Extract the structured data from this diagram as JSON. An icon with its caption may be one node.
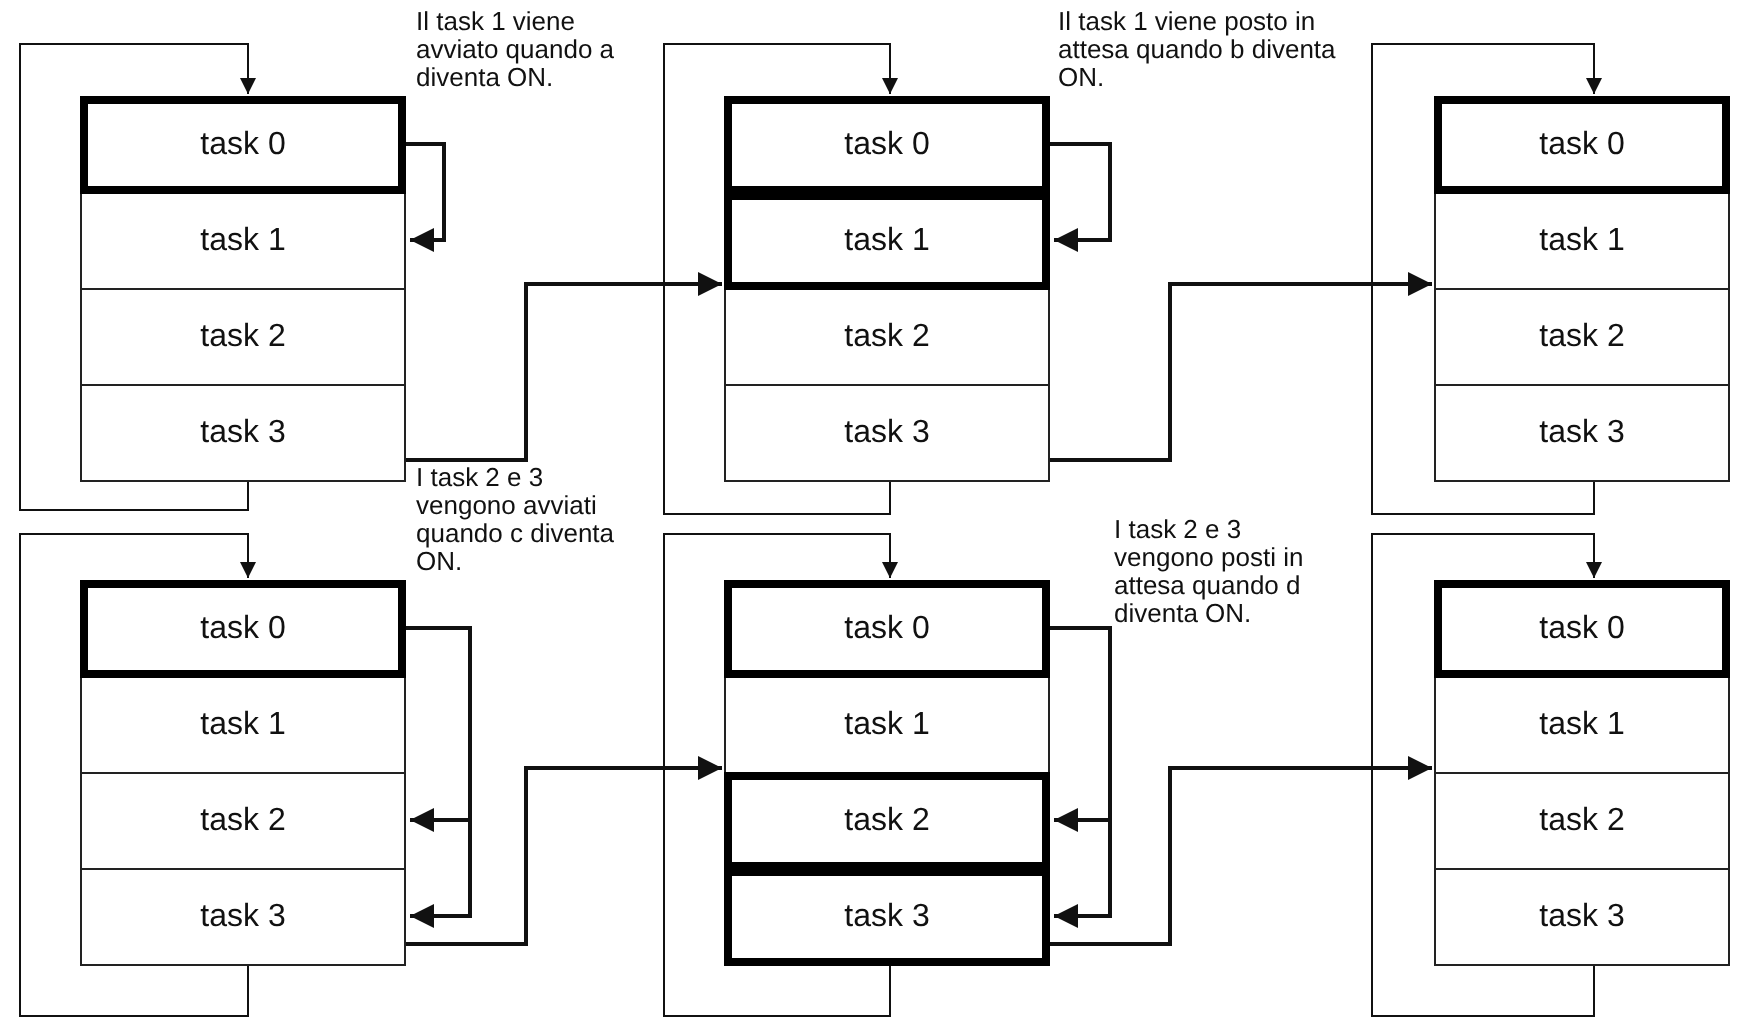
{
  "diagram": {
    "nodes": [
      {
        "text": [],
        "shape": "box"
      },
      {
        "text": [
          "task 0"
        ],
        "in": 0
      },
      {
        "text": [
          "task 1"
        ],
        "in": 0
      },
      {
        "text": [
          "task 2"
        ],
        "in": 0
      },
      {
        "text": [
          "task 3"
        ],
        "in": 0
      },
      {
        "text": [],
        "shape": "box"
      },
      {
        "text": [
          "task 0"
        ],
        "in": 5
      },
      {
        "text": [
          "task 1"
        ],
        "in": 5
      },
      {
        "text": [
          "task 2"
        ],
        "in": 5
      },
      {
        "text": [
          "task 3"
        ],
        "in": 5
      },
      {
        "text": [],
        "shape": "box"
      },
      {
        "text": [
          "task 0"
        ],
        "in": 10
      },
      {
        "text": [
          "task 1"
        ],
        "in": 10
      },
      {
        "text": [
          "task 2"
        ],
        "in": 10
      },
      {
        "text": [
          "task 3"
        ],
        "in": 10
      },
      {
        "text": [],
        "shape": "box"
      },
      {
        "text": [
          "task 0"
        ],
        "in": 15
      },
      {
        "text": [
          "task 1"
        ],
        "in": 15
      },
      {
        "text": [
          "task 2"
        ],
        "in": 15
      },
      {
        "text": [
          "task 3"
        ],
        "in": 15
      },
      {
        "text": [],
        "shape": "box"
      },
      {
        "text": [
          "task 0"
        ],
        "in": 20
      },
      {
        "text": [
          "task 1"
        ],
        "in": 20
      },
      {
        "text": [
          "task 2"
        ],
        "in": 20
      },
      {
        "text": [
          "task 3"
        ],
        "in": 20
      },
      {
        "text": [],
        "shape": "box"
      },
      {
        "text": [
          "task 0"
        ],
        "in": 25
      },
      {
        "text": [
          "task 1"
        ],
        "in": 25
      },
      {
        "text": [
          "task 2"
        ],
        "in": 25
      },
      {
        "text": [
          "task 3"
        ],
        "in": 25
      }
    ],
    "edges": [
      {
        "from": 1,
        "to": 2,
        "arrow": "to"
      },
      {
        "from": 4,
        "to": 1,
        "arrow": "to"
      },
      {
        "from": 0,
        "to": 5,
        "arrow": "to"
      },
      {
        "from": 6,
        "to": 7,
        "arrow": "to"
      },
      {
        "from": 9,
        "to": 6,
        "arrow": "to"
      },
      {
        "from": 5,
        "to": 10,
        "arrow": "to"
      },
      {
        "from": 14,
        "to": 11,
        "arrow": "to"
      },
      {
        "from": 16,
        "to": 18,
        "arrow": "to"
      },
      {
        "from": 16,
        "to": 19,
        "arrow": "to"
      },
      {
        "from": 19,
        "to": 16,
        "arrow": "to"
      },
      {
        "from": 15,
        "to": 20,
        "arrow": "to"
      },
      {
        "from": 21,
        "to": 23,
        "arrow": "to"
      },
      {
        "from": 21,
        "to": 24,
        "arrow": "to"
      },
      {
        "from": 24,
        "to": 21,
        "arrow": "to"
      },
      {
        "from": 20,
        "to": 25,
        "arrow": "to"
      },
      {
        "from": 29,
        "to": 26,
        "arrow": "to"
      }
    ],
    "labels": [
      "Il task 1 viene avviato quando a diventa ON.",
      "Il task 1 viene posto in attesa quando b diventa ON.",
      "I task 2 e 3 vengono avviati quando c diventa ON.",
      "I task 2 e 3 vengono posti in attesa quando d diventa ON."
    ]
  }
}
